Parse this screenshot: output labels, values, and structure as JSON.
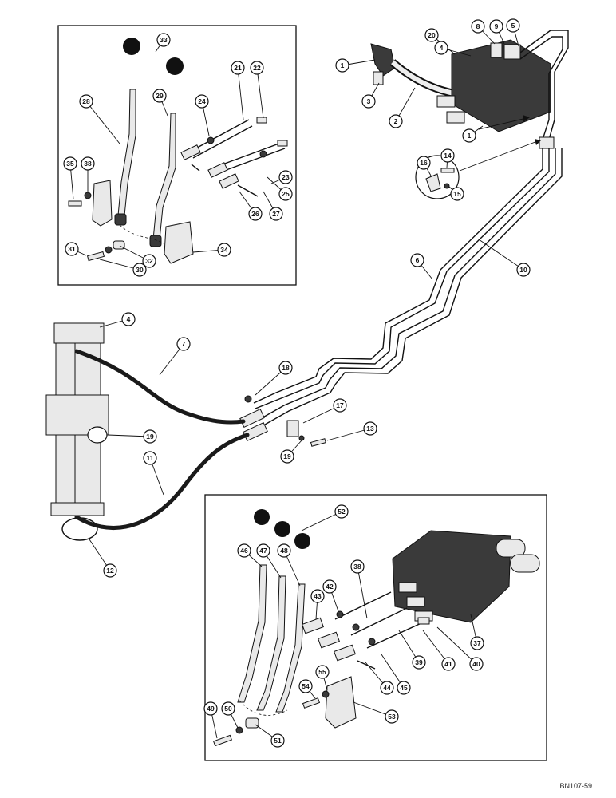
{
  "figure_code": "BN107-59",
  "callouts_upper_inset": [
    "33",
    "28",
    "29",
    "24",
    "21",
    "22",
    "35",
    "38",
    "23",
    "25",
    "26",
    "27",
    "31",
    "32",
    "34",
    "30"
  ],
  "callouts_top_right": [
    "1",
    "3",
    "2",
    "20",
    "4",
    "8",
    "9",
    "5",
    "1"
  ],
  "callouts_detail": [
    "16",
    "14",
    "15"
  ],
  "callouts_lines": [
    "6",
    "10",
    "7",
    "4",
    "18",
    "17",
    "13",
    "19",
    "19",
    "11",
    "12"
  ],
  "callouts_lower_inset": [
    "52",
    "46",
    "47",
    "48",
    "38",
    "42",
    "43",
    "37",
    "39",
    "41",
    "40",
    "44",
    "45",
    "54",
    "55",
    "49",
    "50",
    "51",
    "53"
  ],
  "colors": {
    "ink": "#111111",
    "paper": "#ffffff",
    "hose": "#1a1a1a"
  }
}
